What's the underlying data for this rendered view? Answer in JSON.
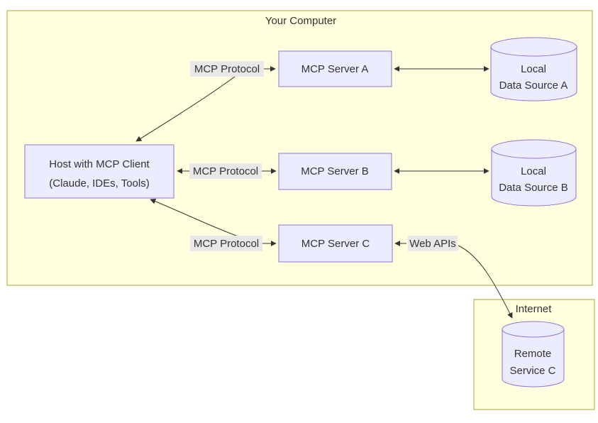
{
  "diagram": {
    "clusters": {
      "your_computer": {
        "label": "Your Computer"
      },
      "internet": {
        "label": "Internet"
      }
    },
    "nodes": {
      "host": {
        "lines": [
          "Host with MCP Client",
          "(Claude, IDEs, Tools)"
        ]
      },
      "server_a": {
        "label": "MCP Server A"
      },
      "server_b": {
        "label": "MCP Server B"
      },
      "server_c": {
        "label": "MCP Server C"
      },
      "data_source_a": {
        "lines": [
          "Local",
          "Data Source A"
        ]
      },
      "data_source_b": {
        "lines": [
          "Local",
          "Data Source B"
        ]
      },
      "remote_service_c": {
        "lines": [
          "Remote",
          "Service C"
        ]
      }
    },
    "edge_labels": {
      "mcp_protocol_a": "MCP Protocol",
      "mcp_protocol_b": "MCP Protocol",
      "mcp_protocol_c": "MCP Protocol",
      "web_apis": "Web APIs"
    },
    "colors": {
      "cluster_fill": "#ffffde",
      "cluster_border": "#aaaa33",
      "node_fill": "#ececff",
      "node_border": "#9370db",
      "edge": "#333333",
      "edge_label_bg": "#e8e8e8",
      "text": "#333333",
      "background": "#ffffff"
    }
  }
}
